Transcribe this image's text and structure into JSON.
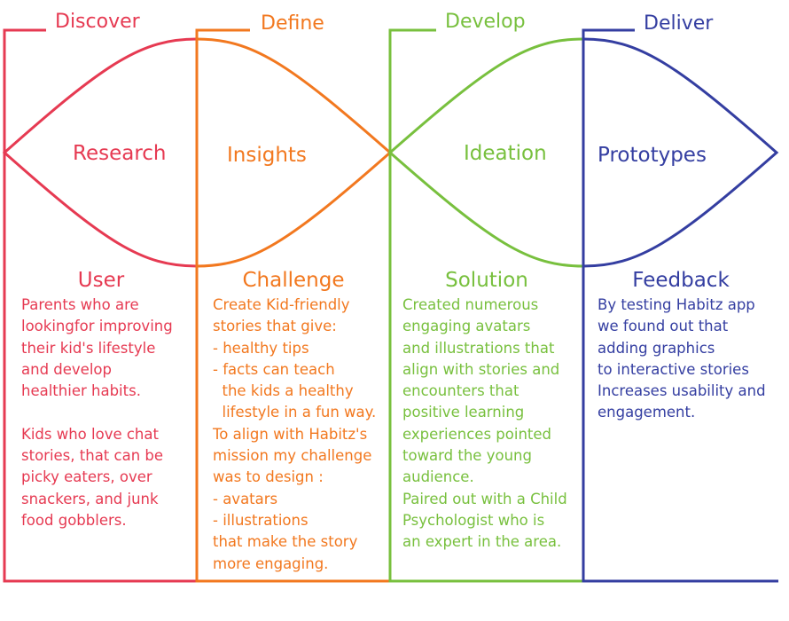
{
  "colors": {
    "discover": "#e63a52",
    "define": "#f2781f",
    "develop": "#78c03e",
    "deliver": "#343ea1"
  },
  "phases": [
    {
      "title": "Discover",
      "center": "Research",
      "heading": "User",
      "body": [
        "Parents who are",
        "lookingfor improving",
        "their kid's lifestyle",
        "and develop",
        "healthier habits.",
        "",
        "Kids who love chat",
        "stories, that can be",
        "picky eaters, over",
        "snackers, and junk",
        "food gobblers."
      ]
    },
    {
      "title": "Define",
      "center": "Insights",
      "heading": "Challenge",
      "body": [
        "Create Kid-friendly",
        "stories that give:",
        "- healthy tips",
        "- facts can teach",
        "  the kids a healthy",
        "  lifestyle in a fun way.",
        "To align with Habitz's",
        "mission my challenge",
        "was to design :",
        "- avatars",
        "- illustrations",
        "that make the story",
        "more engaging."
      ]
    },
    {
      "title": "Develop",
      "center": "Ideation",
      "heading": "Solution",
      "body": [
        "Created numerous",
        "engaging avatars",
        "and illustrations that",
        "align with stories and",
        "encounters that",
        "positive learning",
        "experiences pointed",
        "toward the young",
        "audience.",
        "Paired out with a Child",
        "Psychologist who is",
        "an expert in the area."
      ]
    },
    {
      "title": "Deliver",
      "center": "Prototypes",
      "heading": "Feedback",
      "body": [
        "By testing Habitz app",
        "we found out that",
        "adding graphics",
        "to interactive stories",
        "Increases usability and",
        "engagement."
      ]
    }
  ]
}
